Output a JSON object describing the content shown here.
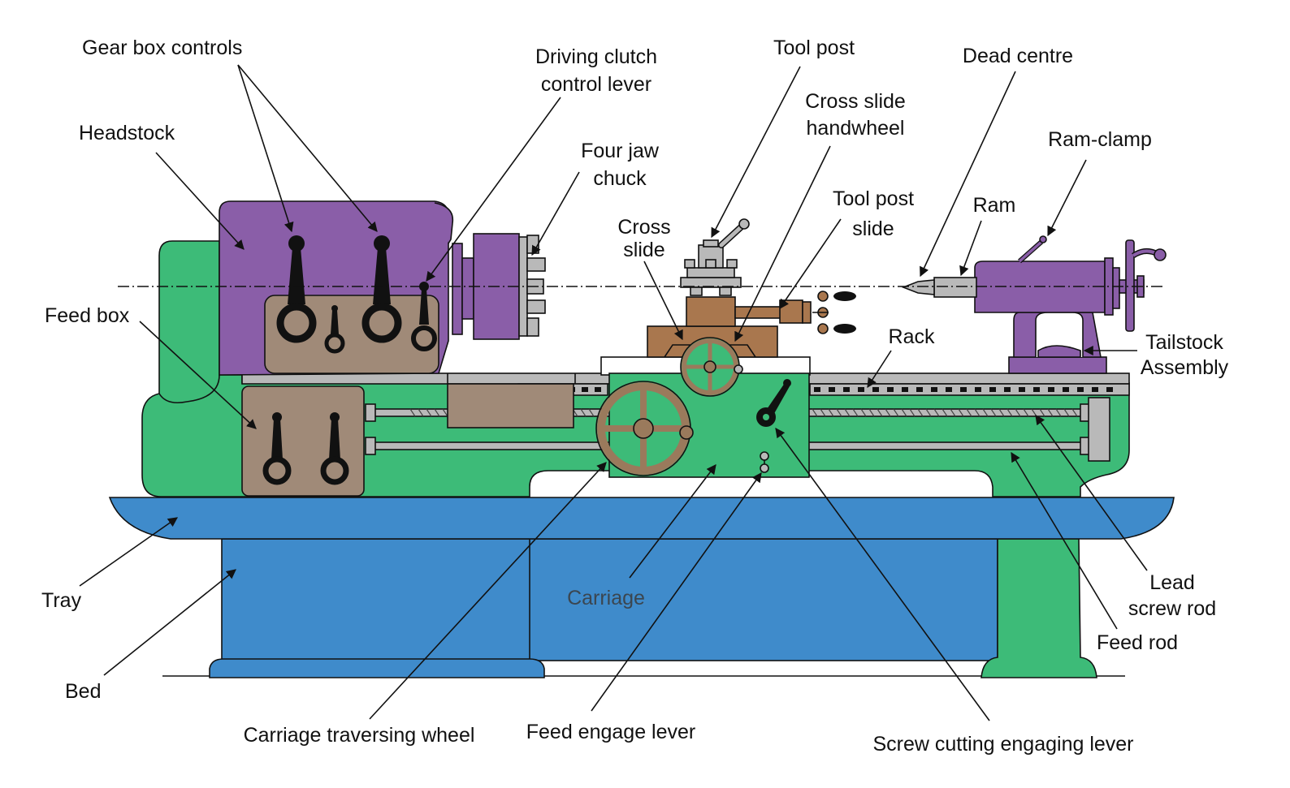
{
  "labels": {
    "gear_box_controls": "Gear box controls",
    "driving_clutch_1": "Driving clutch",
    "driving_clutch_2": "control lever",
    "tool_post": "Tool post",
    "dead_centre": "Dead centre",
    "cross_slide_handwheel_1": "Cross slide",
    "cross_slide_handwheel_2": "handwheel",
    "headstock": "Headstock",
    "four_jaw_1": "Four jaw",
    "four_jaw_2": "chuck",
    "ram_clamp": "Ram-clamp",
    "tool_post_slide_1": "Tool post",
    "tool_post_slide_2": "slide",
    "cross_slide_1": "Cross",
    "cross_slide_2": "slide",
    "ram": "Ram",
    "feed_box": "Feed box",
    "rack": "Rack",
    "tailstock_1": "Tailstock",
    "tailstock_2": "Assembly",
    "tray": "Tray",
    "carriage": "Carriage",
    "lead_screw_1": "Lead",
    "lead_screw_2": "screw rod",
    "feed_rod": "Feed rod",
    "bed": "Bed",
    "carriage_wheel": "Carriage traversing wheel",
    "feed_engage": "Feed engage lever",
    "screw_cutting": "Screw cutting engaging lever"
  },
  "colors": {
    "headstock": "#8a5ea8",
    "bed_frame": "#3dbb78",
    "tray_bed": "#3f8bcb",
    "gearbox_brown": "#a08a78",
    "carriage_brown": "#a9774e",
    "wheel": "#9a7a5c",
    "grey": "#b9b9b9",
    "outline": "#111111"
  }
}
